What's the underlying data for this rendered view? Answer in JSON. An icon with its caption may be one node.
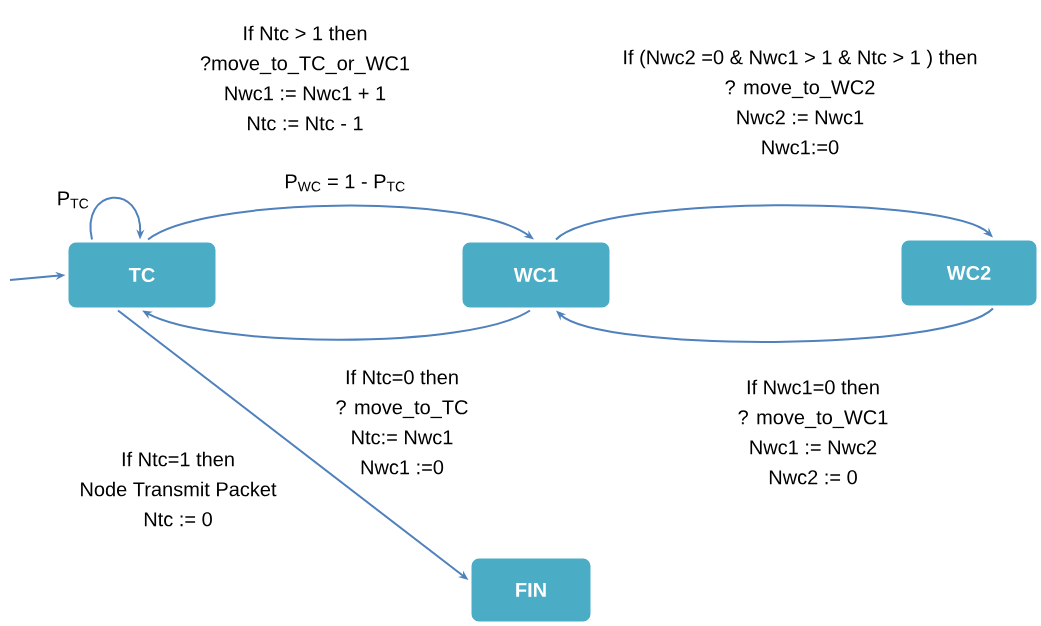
{
  "diagram": {
    "nodes": [
      {
        "text": [
          "TC"
        ]
      },
      {
        "text": [
          "WC1"
        ]
      },
      {
        "text": [
          "WC2"
        ]
      },
      {
        "text": [
          "FIN"
        ]
      }
    ],
    "edges": [
      {
        "from": null,
        "to": 0,
        "arrow": "to"
      },
      {
        "from": 0,
        "to": 0,
        "arrow": "to",
        "label": "P$_{TC}$"
      },
      {
        "from": 0,
        "to": 1,
        "arrow": "to",
        "label": "P$_{WC}$ = 1 - P$_{TC}$"
      },
      {
        "from": 1,
        "to": 0,
        "arrow": "to"
      },
      {
        "from": 1,
        "to": 2,
        "arrow": "to"
      },
      {
        "from": 2,
        "to": 1,
        "arrow": "to"
      },
      {
        "from": 0,
        "to": 3,
        "arrow": "to"
      }
    ],
    "labels": [
      "If Ntc > 1 then ?move_to_TC_or_WC1 Nwc1 := Nwc1 + 1 Ntc := Ntc - 1",
      "If (Nwc2 =0 & Nwc1 > 1 & Ntc > 1 ) then ? move_to_WC2 Nwc2 := Nwc1 Nwc1:=0",
      "If Ntc=0 then ? move_to_TC Ntc:= Nwc1 Nwc1 :=0",
      "If Nwc1=0 then ? move_to_WC1 Nwc1 := Nwc2 Nwc2 := 0",
      "If Ntc=1 then Node Transmit Packet Ntc := 0"
    ]
  }
}
